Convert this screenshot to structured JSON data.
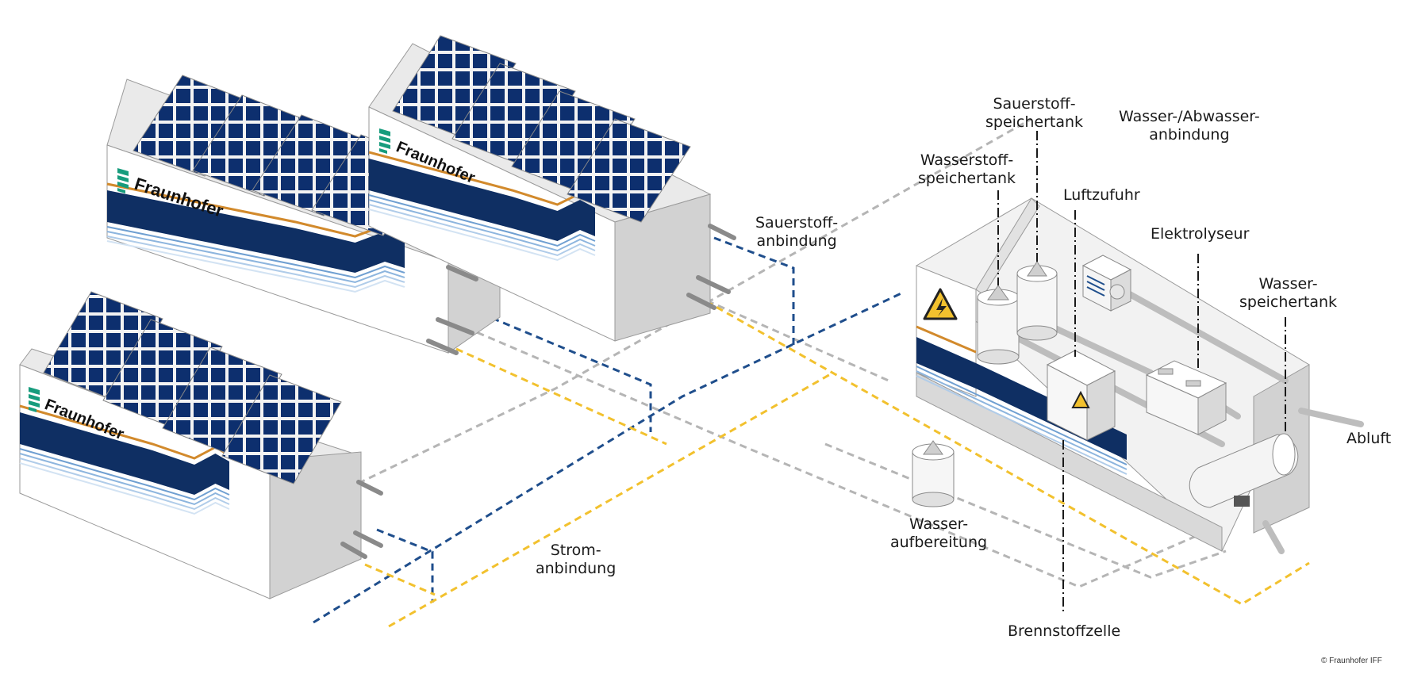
{
  "brand": "Fraunhofer",
  "labels": {
    "sauerstoff_speichertank": [
      "Sauerstoff-",
      "speichertank"
    ],
    "wasser_abwasser": [
      "Wasser-/Abwasser-",
      "anbindung"
    ],
    "wasserstoff_speichertank": [
      "Wasserstoff-",
      "speichertank"
    ],
    "luftzufuhr": "Luftzufuhr",
    "sauerstoff_anbindung": [
      "Sauerstoff-",
      "anbindung"
    ],
    "elektrolyseur": "Elektrolyseur",
    "wasser_speichertank": [
      "Wasser-",
      "speichertank"
    ],
    "abluft": "Abluft",
    "wasser_aufbereitung": [
      "Wasser-",
      "aufbereitung"
    ],
    "strom_anbindung": [
      "Strom-",
      "anbindung"
    ],
    "brennstoffzelle": "Brennstoffzelle"
  },
  "copyright": "© Fraunhofer IFF",
  "colors": {
    "oxygen_line": "#1f4e8c",
    "power_line": "#f2c12e",
    "water_line": "#b5b5b5",
    "brand_navy": "#0f2f63",
    "brand_orange": "#d28a2c",
    "brand_green": "#179c7d",
    "solar_cell": "#0d2f6e"
  }
}
